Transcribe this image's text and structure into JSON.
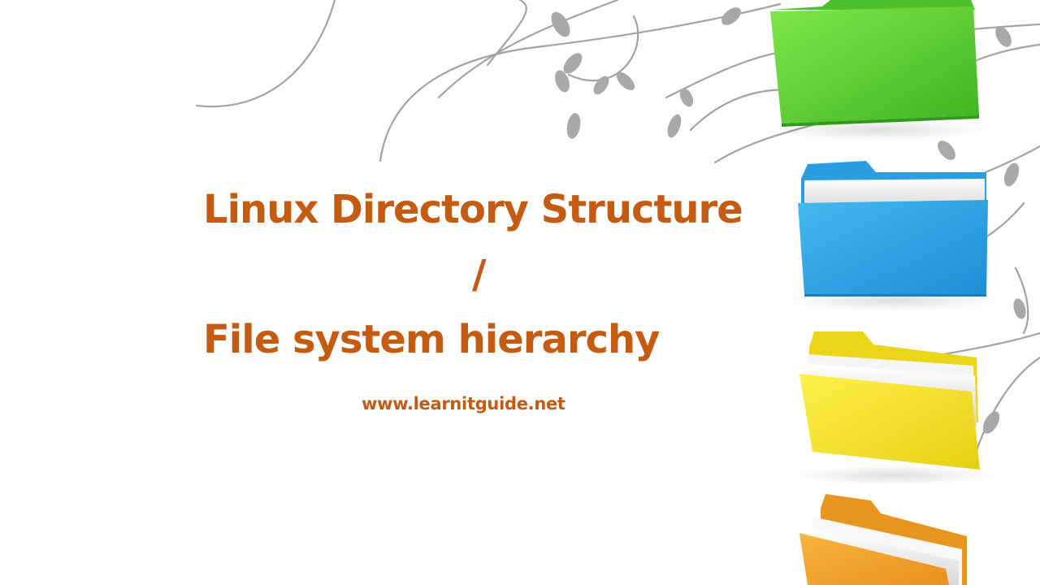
{
  "slide": {
    "title_line1": "Linux Directory Structure",
    "title_line2": "/",
    "title_line3": "File system hierarchy",
    "website": "www.learnitguide.net"
  },
  "icons": {
    "folder_1": "green-folder-icon",
    "folder_2": "blue-folder-icon",
    "folder_3": "yellow-folder-icon",
    "folder_4": "orange-folder-icon",
    "vines": "decorative-vines"
  },
  "colors": {
    "text": "#c55a11",
    "vine": "#9a9a9a",
    "folder_green": "#5fd32f",
    "folder_blue": "#2fa6e8",
    "folder_yellow": "#f5e12a",
    "folder_orange": "#f2a12a"
  }
}
